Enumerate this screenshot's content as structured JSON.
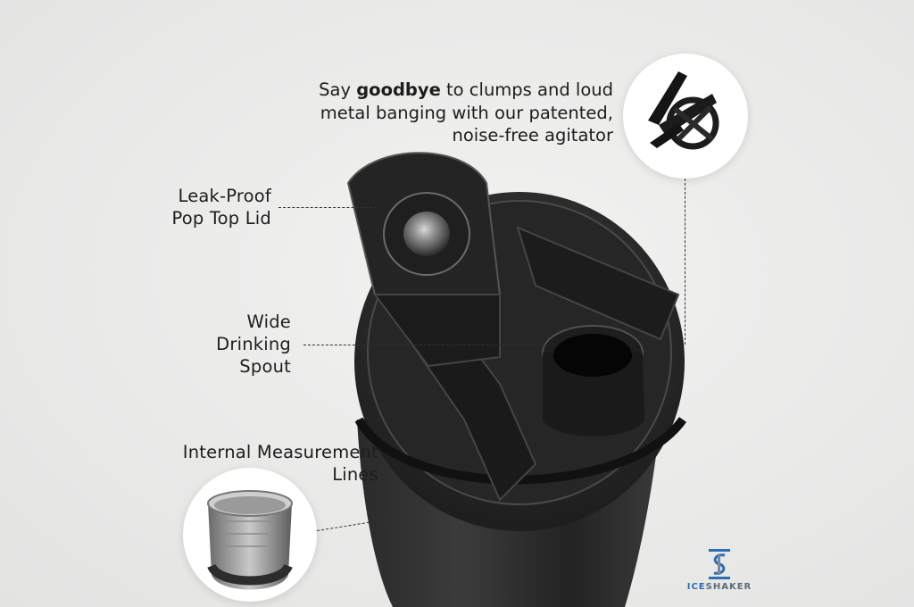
{
  "headline": {
    "line1_pre": "Say ",
    "line1_bold": "goodbye",
    "line1_post": " to clumps and loud",
    "line2": "metal banging with our patented,",
    "line3": "noise-free agitator"
  },
  "callouts": {
    "lid": {
      "line1": "Leak-Proof",
      "line2": "Pop Top Lid"
    },
    "spout": {
      "line1": "Wide",
      "line2": "Drinking",
      "line3": "Spout"
    },
    "measure": {
      "line1": "Internal Measurement",
      "line2": "Lines"
    }
  },
  "brand": {
    "part1": "ICE",
    "part2": "SHAKER"
  },
  "colors": {
    "background": "#ebebea",
    "bottle": "#1f1f20",
    "brand_blue": "#2f6fb0"
  }
}
